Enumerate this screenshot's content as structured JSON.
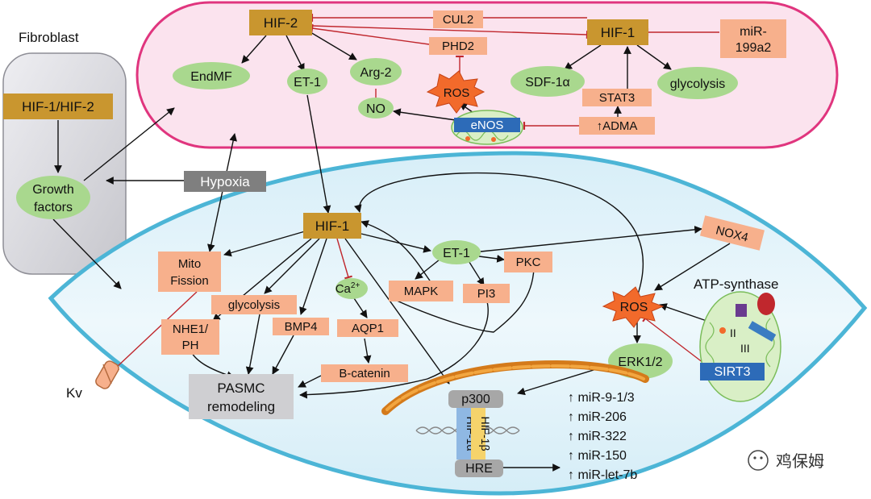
{
  "cells": {
    "fibroblast_label": "Fibroblast",
    "atp_synthase_label": "ATP-synthase",
    "kv_label": "Kv"
  },
  "endothelial": {
    "hif2": "HIF-2",
    "hif1": "HIF-1",
    "cul2": "CUL2",
    "phd2": "PHD2",
    "mir199_line1": "miR-",
    "mir199_line2": "199a2",
    "endmf": "EndMF",
    "et1": "ET-1",
    "arg2": "Arg-2",
    "no": "NO",
    "ros": "ROS",
    "enos": "eNOS",
    "sdf1a": "SDF-1α",
    "stat3": "STAT3",
    "glycolysis": "glycolysis",
    "adma": "↑ADMA"
  },
  "fibroblast": {
    "hif_pair": "HIF-1/HIF-2",
    "growth_line1": "Growth",
    "growth_line2": "factors"
  },
  "hypoxia": "Hypoxia",
  "smc": {
    "hif1": "HIF-1",
    "mito_line1": "Mito",
    "mito_line2": "Fission",
    "glycolysis": "glycolysis",
    "nhe1_line1": "NHE1/",
    "nhe1_line2": "PH",
    "bmp4": "BMP4",
    "ca_base": "Ca",
    "ca_sup": "2+",
    "aqp1": "AQP1",
    "bcatenin": "B-catenin",
    "pasmc_line1": "PASMC",
    "pasmc_line2": "remodeling",
    "et1": "ET-1",
    "pkc": "PKC",
    "mapk": "MAPK",
    "pi3": "PI3",
    "nox4": "NOX4",
    "ros": "ROS",
    "erk": "ERK1/2",
    "sirt3": "SIRT3",
    "complex_ii": "II",
    "complex_iii": "III",
    "p300": "p300",
    "hif1a": "HIF-1α",
    "hif1b": "HIF-1β",
    "hre": "HRE"
  },
  "mirnas": [
    "↑ miR-9-1/3",
    "↑ miR-206",
    "↑ miR-322",
    "↑ miR-150",
    "↑ miR-let-7b"
  ],
  "watermark": "鸡保姆",
  "colors": {
    "gold": "#c9962f",
    "salmon": "#f7b08c",
    "green": "#a9d88e",
    "gray": "#7f7f7f",
    "endothelial_fill": "#fbe3ee",
    "endothelial_border": "#e0357e",
    "smc_fill": "#e6f5fb",
    "smc_border": "#4cb5d6",
    "inhibit_red": "#c0272d"
  }
}
